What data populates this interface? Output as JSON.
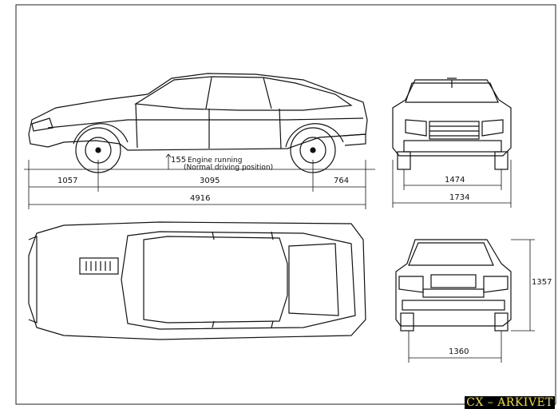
{
  "dimensions": {
    "front_overhang": "1057",
    "wheelbase": "3095",
    "rear_overhang": "764",
    "overall_length": "4916",
    "front_track": "1474",
    "overall_width": "1734",
    "rear_track": "1360",
    "height": "1357",
    "ground_clearance": "155"
  },
  "notes": {
    "clearance_line1": "Engine running",
    "clearance_line2": "(Normal driving position)"
  },
  "credit": "CX – ARKIVET"
}
